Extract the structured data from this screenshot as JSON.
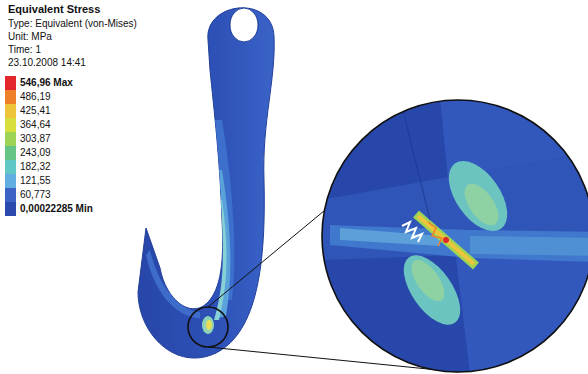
{
  "diagram": {
    "title": "Equivalent Stress",
    "labels": [
      "Type: Equivalent (von-Mises)",
      "Unit: MPa",
      "Time: 1",
      "23.10.2008 14:41"
    ],
    "legend": [
      {
        "text": "546,96 Max",
        "color": "#e3262b"
      },
      {
        "text": "486,19",
        "color": "#f07f2a"
      },
      {
        "text": "425,41",
        "color": "#eec53a"
      },
      {
        "text": "364,64",
        "color": "#d8df3c"
      },
      {
        "text": "303,87",
        "color": "#9ed455"
      },
      {
        "text": "243,09",
        "color": "#66c486"
      },
      {
        "text": "182,32",
        "color": "#5fc7c4"
      },
      {
        "text": "121,55",
        "color": "#62aee0"
      },
      {
        "text": "60,773",
        "color": "#3b63c6"
      },
      {
        "text": "0,00022285 Min",
        "color": "#2a4aae"
      }
    ]
  }
}
